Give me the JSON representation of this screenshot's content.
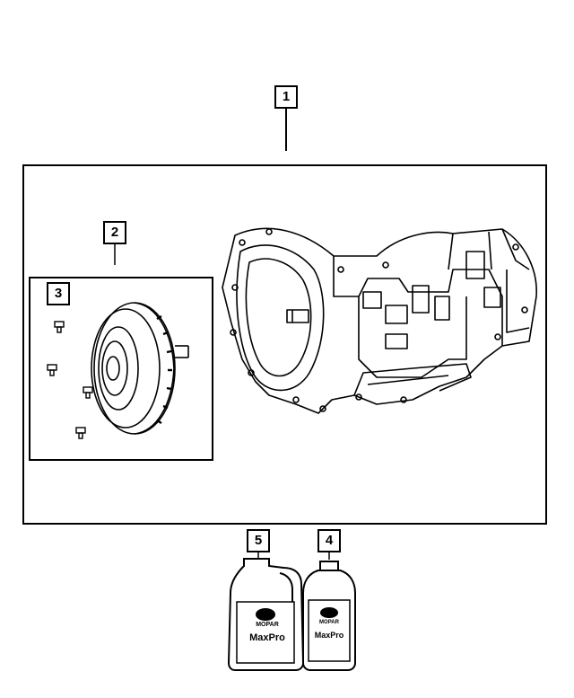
{
  "callouts": {
    "c1": "1",
    "c2": "2",
    "c3": "3",
    "c4": "4",
    "c5": "5"
  },
  "bottles": {
    "large_brand": "MOPAR",
    "large_label": "MaxPro",
    "small_brand": "MOPAR",
    "small_label": "MaxPro"
  }
}
